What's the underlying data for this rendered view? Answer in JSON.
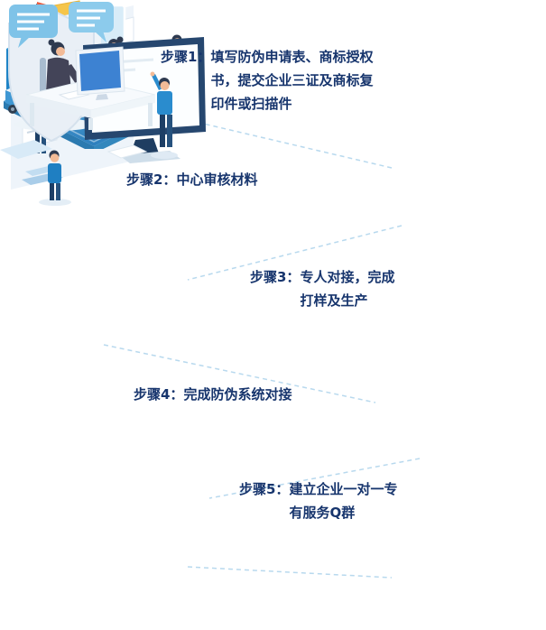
{
  "steps": [
    {
      "label": "步骤1：",
      "text": "填写防伪申请表、商标授权书，提交企业三证及商标复印件或扫描件",
      "illustration": "envelope-with-documents-and-worker-on-ladder"
    },
    {
      "label": "步骤2：",
      "text": "中心审核材料",
      "illustration": "review-board-with-document-cards"
    },
    {
      "label": "步骤3：",
      "text": "专人对接，完成打样及生产",
      "illustration": "service-desk-meeting-scene"
    },
    {
      "label": "步骤4：",
      "text": "完成防伪系统对接",
      "illustration": "printer-truck-conveyor-production-line"
    },
    {
      "label": "步骤5：",
      "text": "建立企业一对一专有服务Q群",
      "illustration": "shield-and-big-monitor"
    }
  ],
  "extra_illustrations": [
    "customer-support-agent-at-computer-with-chat-bubbles"
  ],
  "colors": {
    "step_text": "#17356d",
    "primary_blue": "#2a8cce",
    "deep_blue": "#1d3f66",
    "light_blue": "#bfe0f2",
    "connector_line": "#b8d9ee",
    "accent_yellow": "#f5c54a",
    "accent_red": "#e85e42",
    "background": "#ffffff"
  }
}
